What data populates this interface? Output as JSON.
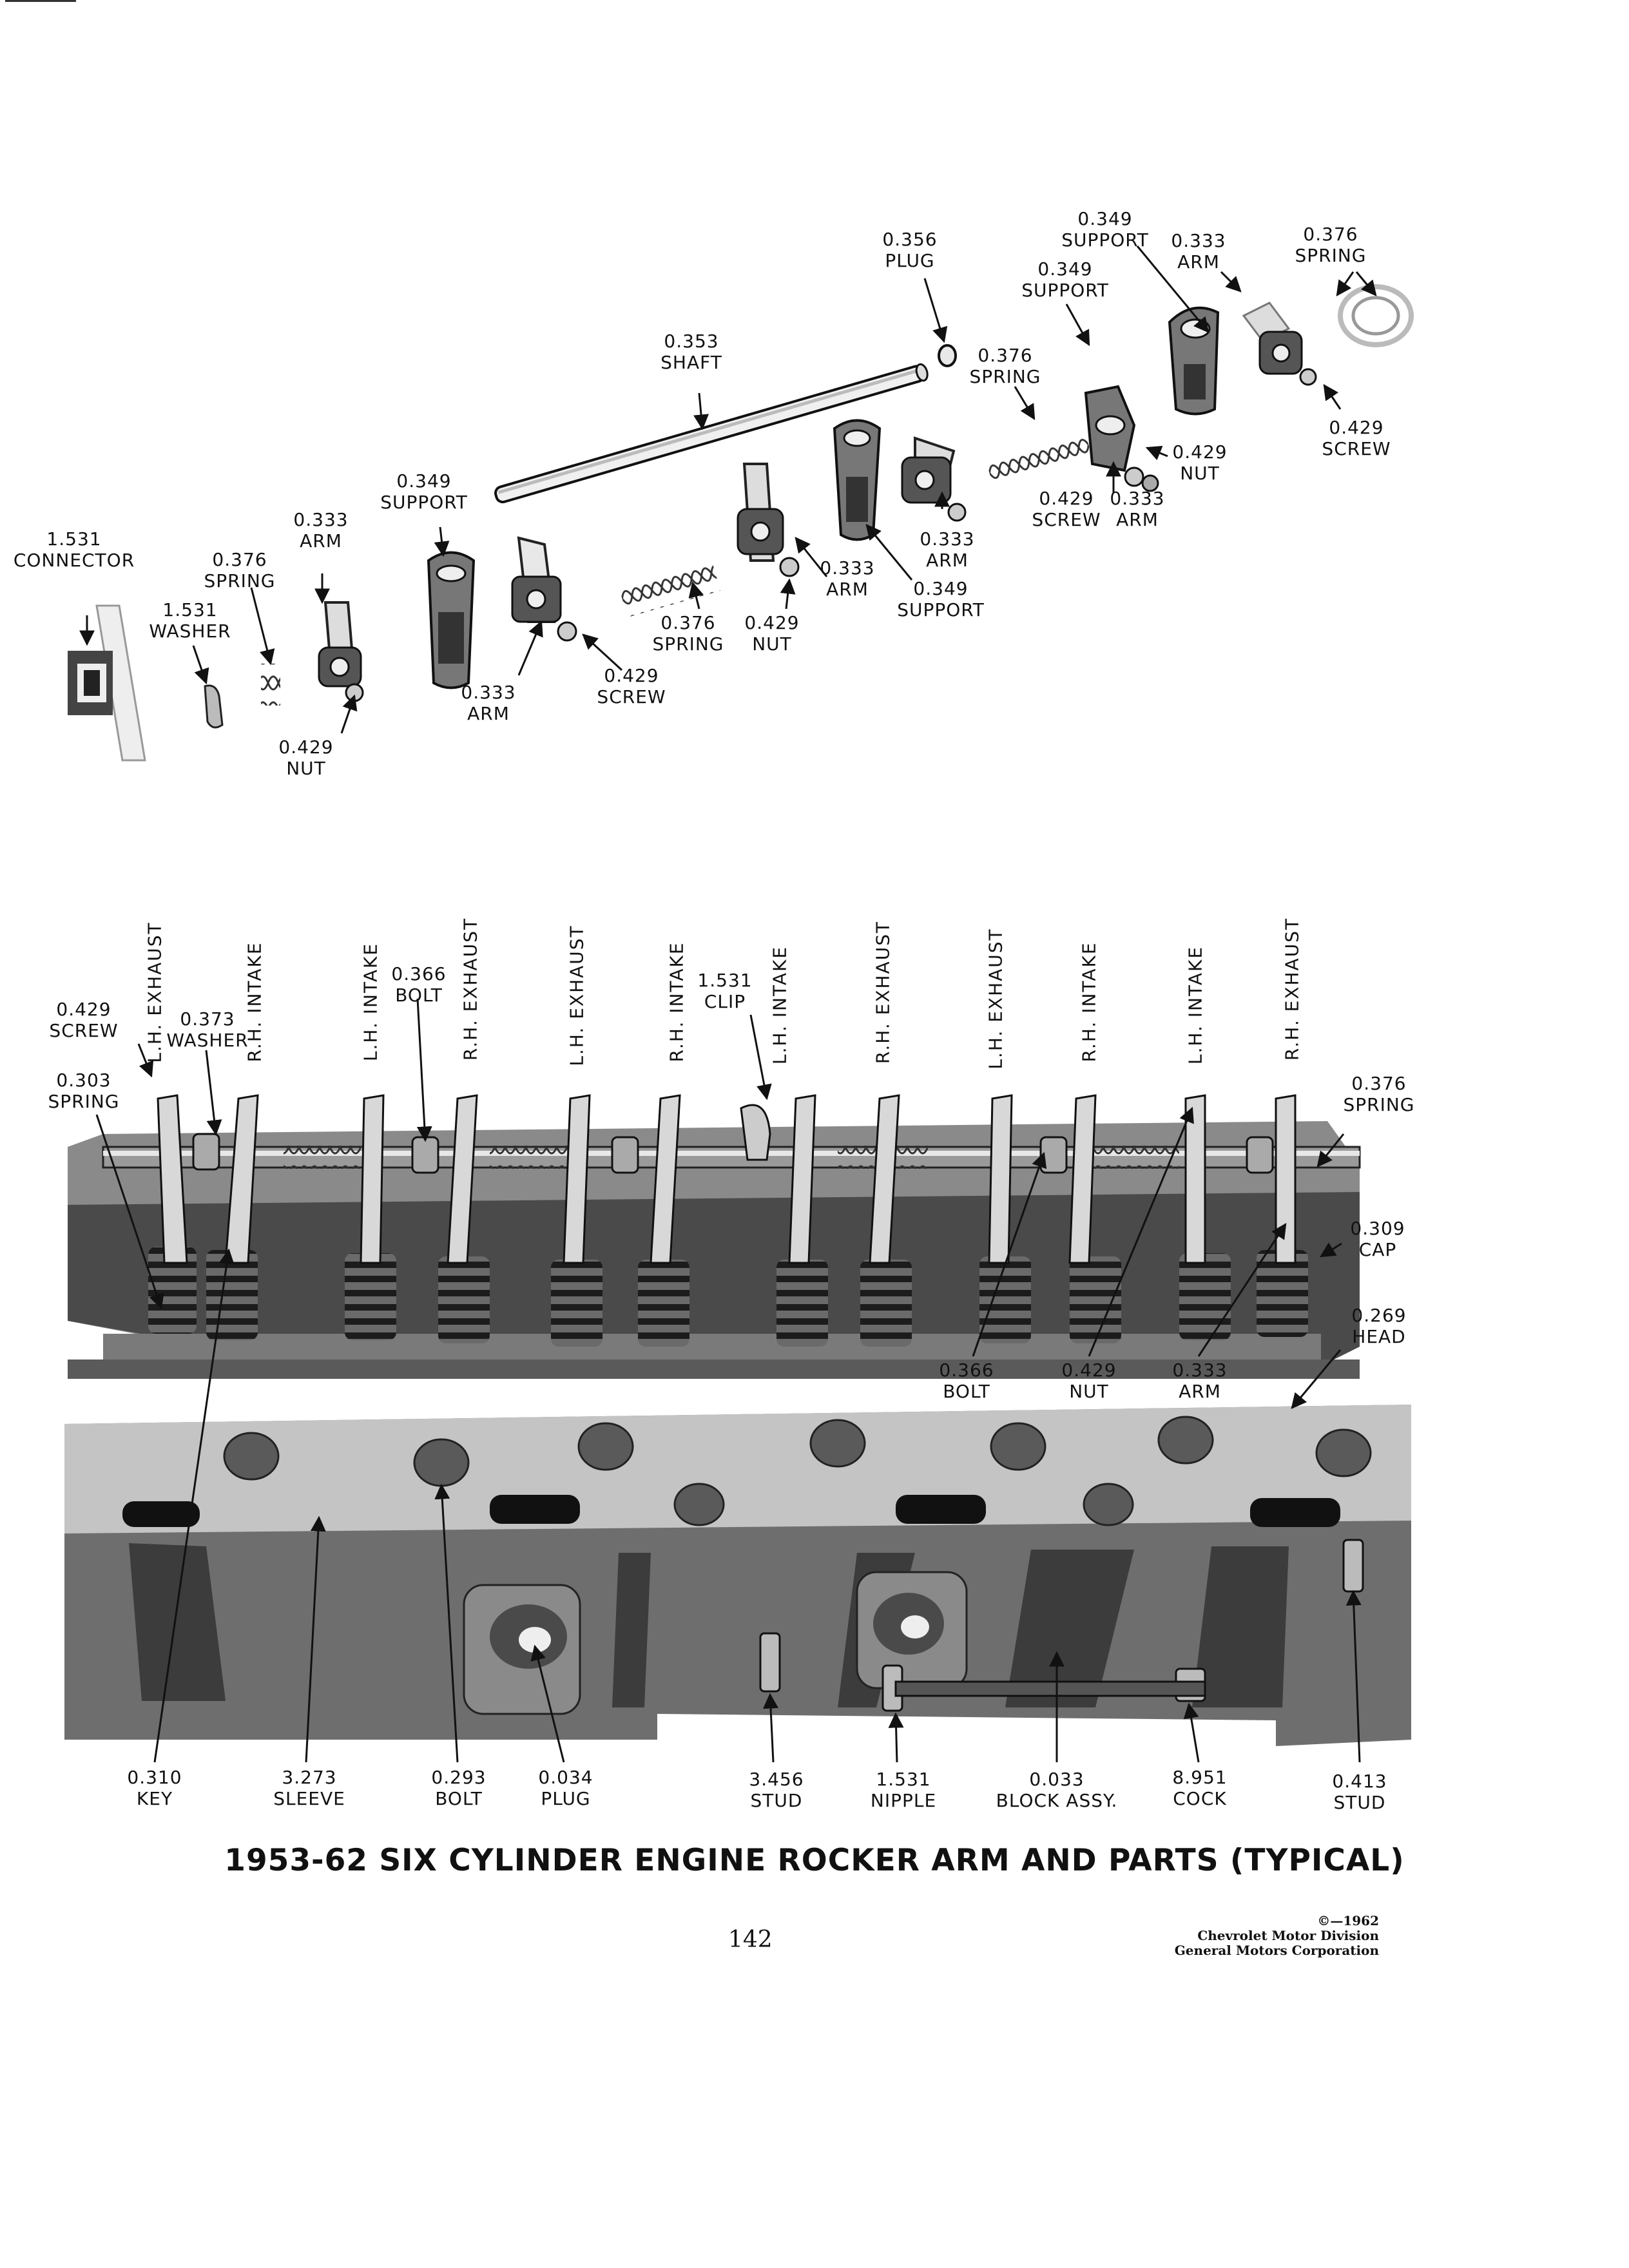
{
  "exploded_view": {
    "callouts": [
      {
        "id": "c1",
        "num": "0.356",
        "name": "PLUG"
      },
      {
        "id": "c2",
        "num": "0.349",
        "name": "SUPPORT"
      },
      {
        "id": "c3",
        "num": "0.333",
        "name": "ARM"
      },
      {
        "id": "c4",
        "num": "0.376",
        "name": "SPRING"
      },
      {
        "id": "c5",
        "num": "0.349",
        "name": "SUPPORT"
      },
      {
        "id": "c6",
        "num": "0.353",
        "name": "SHAFT"
      },
      {
        "id": "c7",
        "num": "0.376",
        "name": "SPRING"
      },
      {
        "id": "c8",
        "num": "0.429",
        "name": "NUT"
      },
      {
        "id": "c9",
        "num": "0.429",
        "name": "SCREW"
      },
      {
        "id": "c10",
        "num": "0.349",
        "name": "SUPPORT"
      },
      {
        "id": "c11",
        "num": "0.333",
        "name": "ARM"
      },
      {
        "id": "c12",
        "num": "1.531",
        "name": "CONNECTOR"
      },
      {
        "id": "c13",
        "num": "0.376",
        "name": "SPRING"
      },
      {
        "id": "c14",
        "num": "1.531",
        "name": "WASHER"
      },
      {
        "id": "c15",
        "num": "0.429",
        "name": "SCREW"
      },
      {
        "id": "c16",
        "num": "0.333",
        "name": "ARM"
      },
      {
        "id": "c17",
        "num": "0.333",
        "name": "ARM"
      },
      {
        "id": "c18",
        "num": "0.333",
        "name": "ARM"
      },
      {
        "id": "c19",
        "num": "0.349",
        "name": "SUPPORT"
      },
      {
        "id": "c20",
        "num": "0.376",
        "name": "SPRING"
      },
      {
        "id": "c21",
        "num": "0.429",
        "name": "NUT"
      },
      {
        "id": "c22",
        "num": "0.429",
        "name": "SCREW"
      },
      {
        "id": "c23",
        "num": "0.333",
        "name": "ARM"
      },
      {
        "id": "c24",
        "num": "0.429",
        "name": "NUT"
      }
    ]
  },
  "assembly_view": {
    "rocker_labels": [
      "L.H. EXHAUST",
      "R.H. INTAKE",
      "L.H. INTAKE",
      "R.H. EXHAUST",
      "L.H. EXHAUST",
      "R.H. INTAKE",
      "L.H. INTAKE",
      "R.H. EXHAUST",
      "L.H. EXHAUST",
      "R.H. INTAKE",
      "L.H. INTAKE",
      "R.H. EXHAUST"
    ],
    "callouts": [
      {
        "id": "a1",
        "num": "0.373",
        "name": "WASHER"
      },
      {
        "id": "a2",
        "num": "0.366",
        "name": "BOLT"
      },
      {
        "id": "a3",
        "num": "1.531",
        "name": "CLIP"
      },
      {
        "id": "a4",
        "num": "0.429",
        "name": "SCREW"
      },
      {
        "id": "a5",
        "num": "0.303",
        "name": "SPRING"
      },
      {
        "id": "a6",
        "num": "0.376",
        "name": "SPRING"
      },
      {
        "id": "a7",
        "num": "0.309",
        "name": "CAP"
      },
      {
        "id": "a8",
        "num": "0.269",
        "name": "HEAD"
      },
      {
        "id": "a9",
        "num": "0.366",
        "name": "BOLT"
      },
      {
        "id": "a10",
        "num": "0.429",
        "name": "NUT"
      },
      {
        "id": "a11",
        "num": "0.333",
        "name": "ARM"
      },
      {
        "id": "a12",
        "num": "0.310",
        "name": "KEY"
      },
      {
        "id": "a13",
        "num": "3.273",
        "name": "SLEEVE"
      },
      {
        "id": "a14",
        "num": "0.293",
        "name": "BOLT"
      },
      {
        "id": "a15",
        "num": "0.034",
        "name": "PLUG"
      },
      {
        "id": "a16",
        "num": "3.456",
        "name": "STUD"
      },
      {
        "id": "a17",
        "num": "1.531",
        "name": "NIPPLE"
      },
      {
        "id": "a18",
        "num": "0.033",
        "name": "BLOCK ASSY."
      },
      {
        "id": "a19",
        "num": "8.951",
        "name": "COCK"
      },
      {
        "id": "a20",
        "num": "0.413",
        "name": "STUD"
      }
    ]
  },
  "caption": {
    "title": "1953-62 SIX CYLINDER ENGINE ROCKER ARM AND PARTS (TYPICAL)",
    "page_number": "142",
    "copyright": [
      "©—1962",
      "Chevrolet Motor Division",
      "General Motors Corporation"
    ]
  }
}
